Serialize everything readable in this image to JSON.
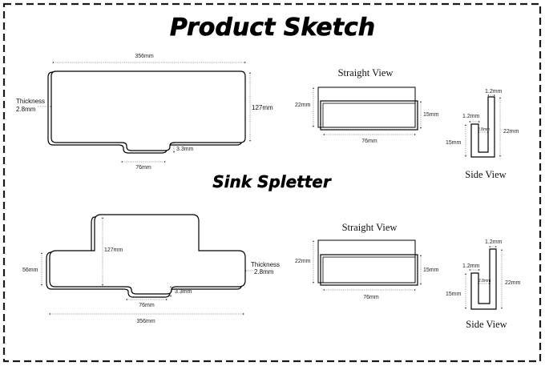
{
  "title": "Product Sketch",
  "section_two_title": "Sink Spletter",
  "colors": {
    "ink": "#000000",
    "paper": "#ffffff",
    "dim": "#444444"
  },
  "sketch_top": {
    "width_label": "356mm",
    "height_label": "127mm",
    "thickness_label_1": "Thickness",
    "thickness_label_2": "2.8mm",
    "notch_label": "76mm",
    "notch_depth_label": "3.3mm"
  },
  "straight_view_top": {
    "title": "Straight View",
    "height_label": "22mm",
    "inner_label": "15mm",
    "width_label": "76mm"
  },
  "side_view_top": {
    "title": "Side View",
    "top_label": "1.2mm",
    "left_label": "1.2mm",
    "gap_label": "2.8mm",
    "height_label": "22mm",
    "inner_label": "15mm"
  },
  "sketch_bottom": {
    "center_height_label": "127mm",
    "side_height_label": "56mm",
    "thickness_label_1": "Thickness",
    "thickness_label_2": "2.8mm",
    "notch_depth_label": "3.3mm",
    "notch_label": "76mm",
    "width_label": "356mm"
  },
  "straight_view_bottom": {
    "title": "Straight View",
    "height_label": "22mm",
    "inner_label": "15mm",
    "width_label": "76mm"
  },
  "side_view_bottom": {
    "title": "Side View",
    "top_label": "1.2mm",
    "left_label": "1.2mm",
    "gap_label": "2.8mm",
    "height_label": "22mm",
    "inner_label": "15mm"
  }
}
